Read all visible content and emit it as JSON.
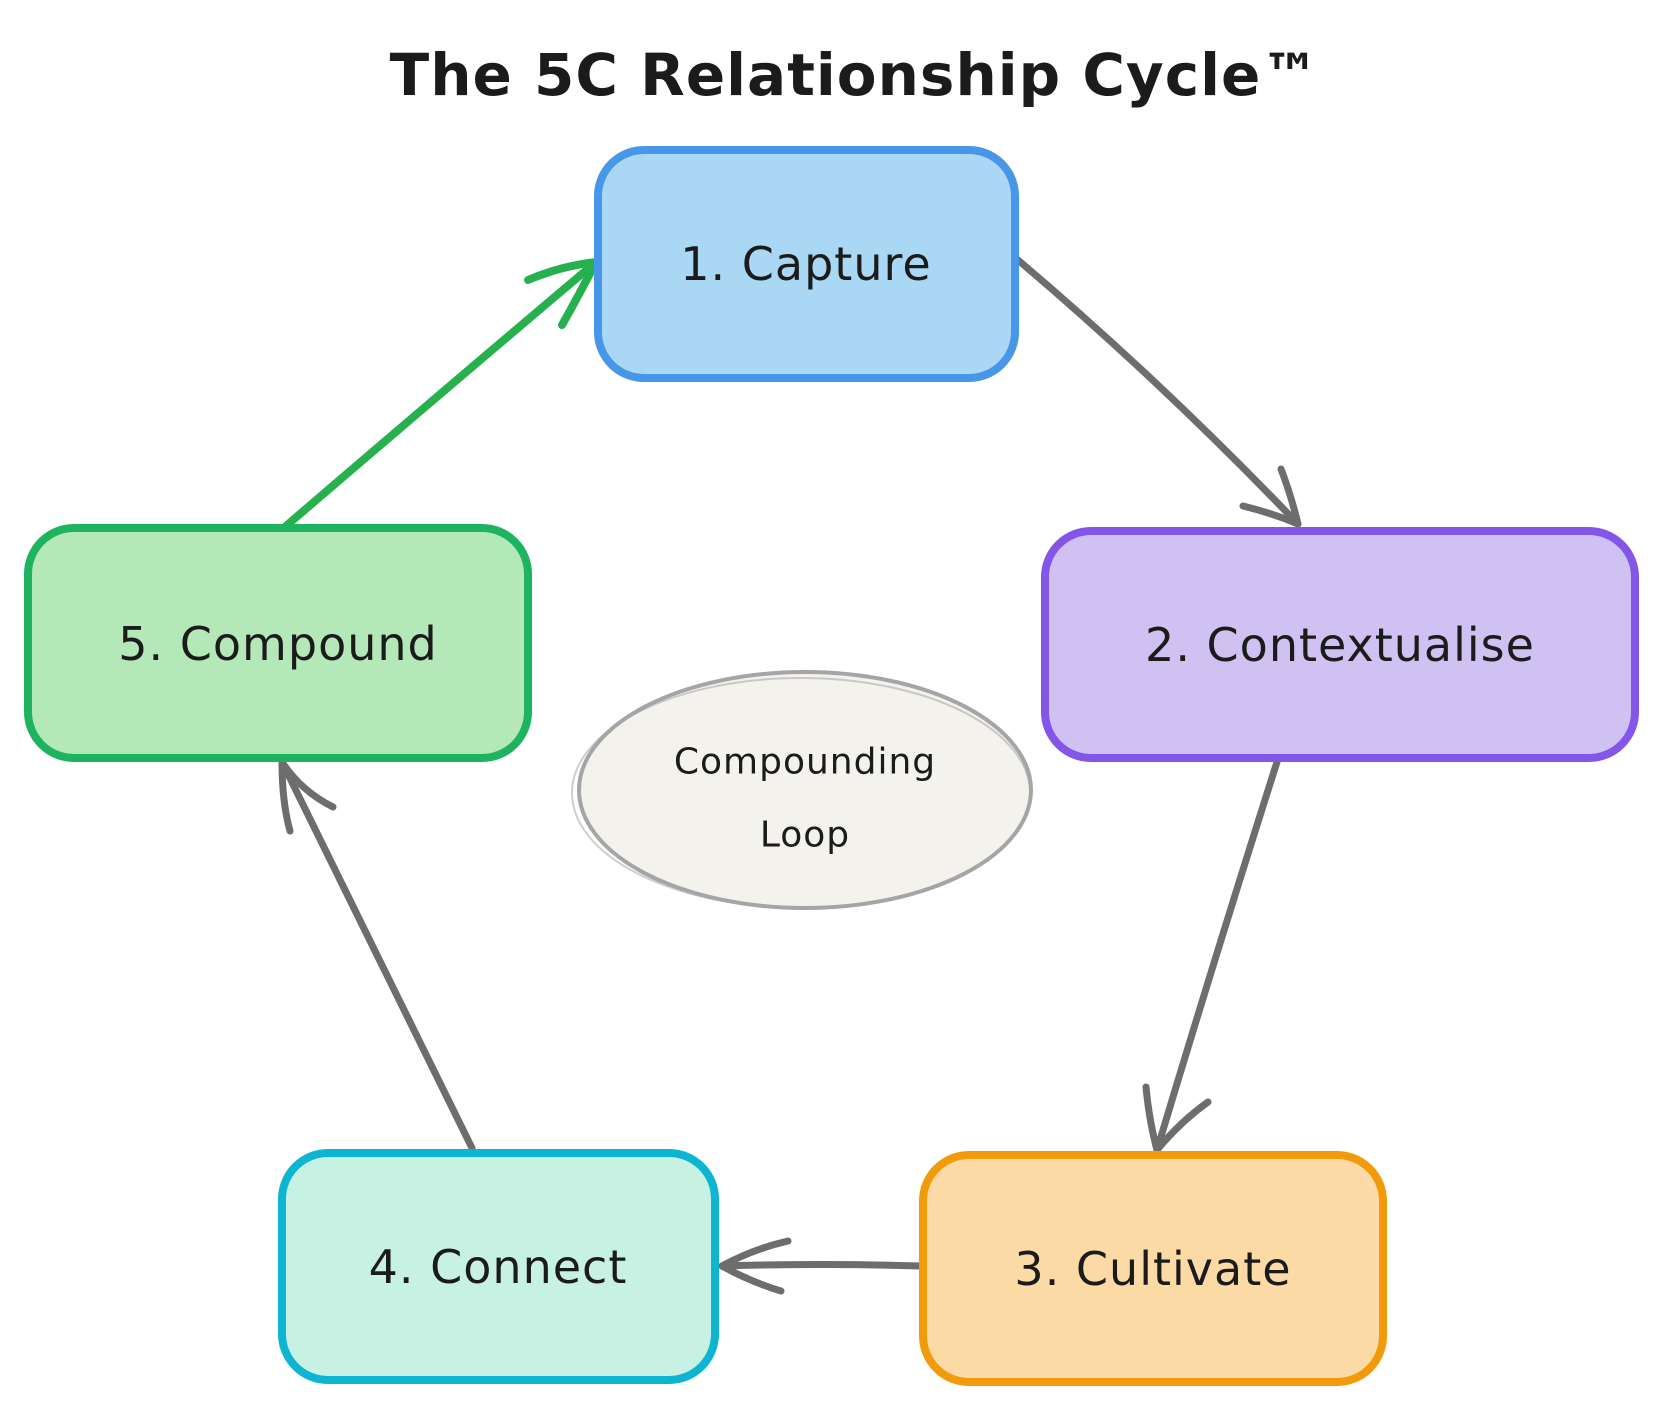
{
  "title": "The 5C Relationship Cycle™",
  "text_color": "#1b1b1b",
  "nodes": [
    {
      "id": "capture",
      "label": "1. Capture",
      "fill": "#aad7f4",
      "border": "#4796e8"
    },
    {
      "id": "contextualise",
      "label": "2. Contextualise",
      "fill": "#cfc1f2",
      "border": "#8456e8"
    },
    {
      "id": "cultivate",
      "label": "3. Cultivate",
      "fill": "#fbdaa6",
      "border": "#f29b0a"
    },
    {
      "id": "connect",
      "label": "4. Connect",
      "fill": "#c7f2e3",
      "border": "#0eb5d2"
    },
    {
      "id": "compound",
      "label": "5. Compound",
      "fill": "#b5e8b8",
      "border": "#1eb35e"
    }
  ],
  "center": {
    "line1": "Compounding",
    "line2": "Loop",
    "fill": "#f4f2ed",
    "border": "#a5a5a5"
  },
  "arrows": {
    "flow_color": "#6d6d6d",
    "loop_color": "#27b04e",
    "connections": [
      {
        "from": "capture",
        "to": "contextualise"
      },
      {
        "from": "contextualise",
        "to": "cultivate"
      },
      {
        "from": "cultivate",
        "to": "connect"
      },
      {
        "from": "connect",
        "to": "compound"
      },
      {
        "from": "compound",
        "to": "capture",
        "highlighted": true
      }
    ]
  }
}
